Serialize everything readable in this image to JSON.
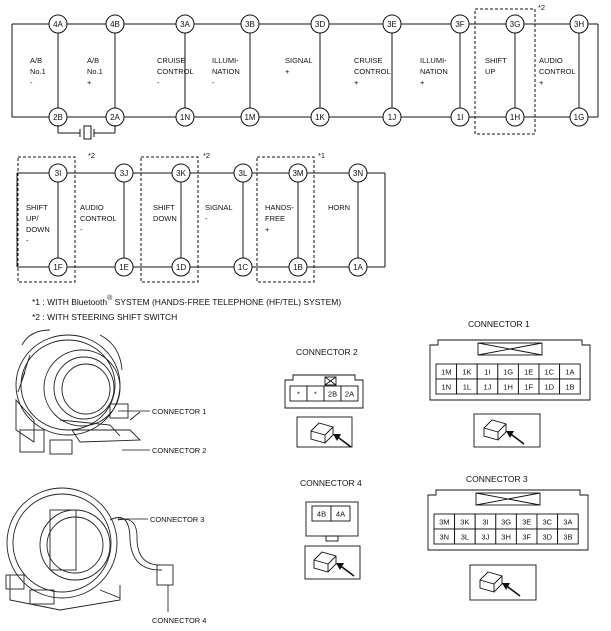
{
  "circuit_top": {
    "pins_top": [
      "4A",
      "4B",
      "3A",
      "3B",
      "3D",
      "3E",
      "3F",
      "3G",
      "3H"
    ],
    "pins_bottom": [
      "2B",
      "2A",
      "1N",
      "1M",
      "1K",
      "1J",
      "1I",
      "1H",
      "1G"
    ],
    "labels": [
      [
        "A/B",
        "No.1",
        "-"
      ],
      [
        "A/B",
        "No.1",
        "+"
      ],
      [
        "CRUISE",
        "CONTROL",
        "-"
      ],
      [
        "ILLUMI-",
        "NATION",
        "-"
      ],
      [
        "SIGNAL",
        "+"
      ],
      [
        "CRUISE",
        "CONTROL",
        "+"
      ],
      [
        "ILLUMI-",
        "NATION",
        "+"
      ],
      [
        "SHIFT",
        "UP"
      ],
      [
        "AUDIO",
        "CONTROL",
        "+"
      ]
    ],
    "note_mark": "*2"
  },
  "circuit_bottom": {
    "pins_top": [
      "3I",
      "3J",
      "3K",
      "3L",
      "3M",
      "3N"
    ],
    "pins_bottom": [
      "1F",
      "1E",
      "1D",
      "1C",
      "1B",
      "1A"
    ],
    "labels": [
      [
        "SHIFT",
        "UP/",
        "DOWN",
        "-"
      ],
      [
        "AUDIO",
        "CONTROL",
        "-"
      ],
      [
        "SHIFT",
        "DOWN"
      ],
      [
        "SIGNAL",
        "-"
      ],
      [
        "HANDS-",
        "FREE",
        "+"
      ],
      [
        "HORN"
      ]
    ],
    "note_marks": [
      "*2",
      "*2",
      "*1"
    ]
  },
  "notes": {
    "n1_prefix": "*1 : WITH Bluetooth",
    "n1_reg": "®",
    "n1_suffix": " SYSTEM (HANDS-FREE TELEPHONE (HF/TEL) SYSTEM)",
    "n2": "*2 : WITH STEERING SHIFT SWITCH"
  },
  "callouts": {
    "c1": "CONNECTOR 1",
    "c2": "CONNECTOR 2",
    "c3": "CONNECTOR 3",
    "c4": "CONNECTOR 4"
  },
  "connector1": {
    "title": "CONNECTOR 1",
    "rows": [
      [
        "1M",
        "1K",
        "1I",
        "1G",
        "1E",
        "1C",
        "1A"
      ],
      [
        "1N",
        "1L",
        "1J",
        "1H",
        "1F",
        "1D",
        "1B"
      ]
    ]
  },
  "connector2": {
    "title": "CONNECTOR 2",
    "cells": [
      "*",
      "*",
      "2B",
      "2A"
    ]
  },
  "connector3": {
    "title": "CONNECTOR 3",
    "rows": [
      [
        "3M",
        "3K",
        "3I",
        "3G",
        "3E",
        "3C",
        "3A"
      ],
      [
        "3N",
        "3L",
        "3J",
        "3H",
        "3F",
        "3D",
        "3B"
      ]
    ]
  },
  "connector4": {
    "title": "CONNECTOR 4",
    "cells": [
      "4B",
      "4A"
    ]
  }
}
